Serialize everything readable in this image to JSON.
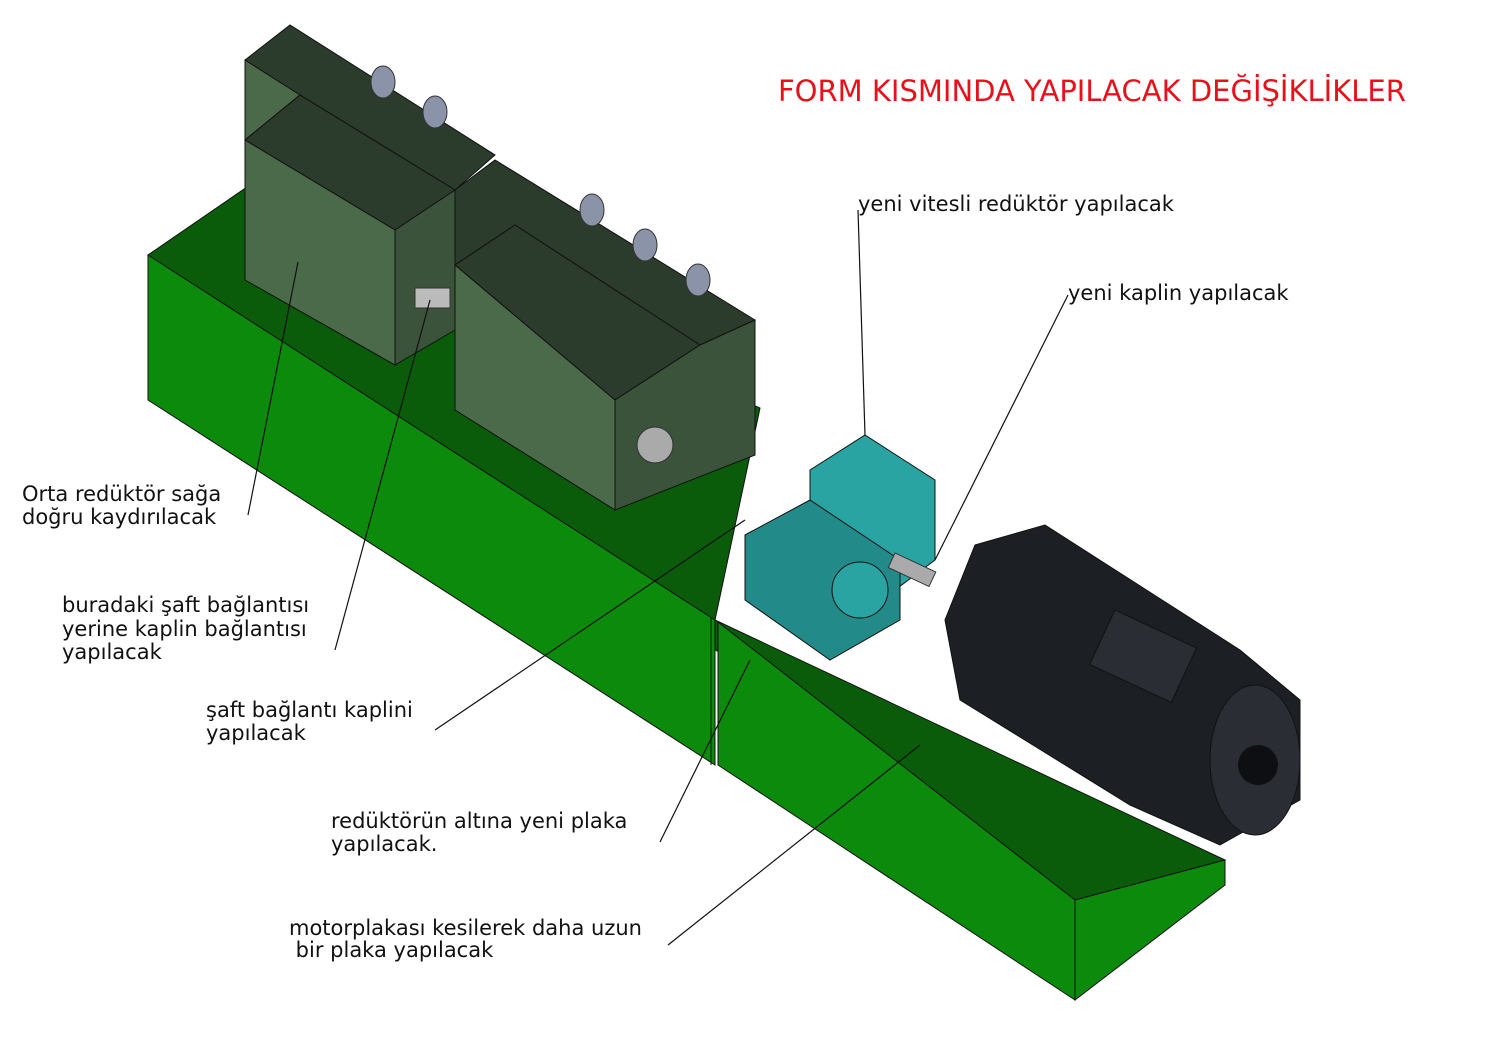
{
  "title": "FORM KISMINDA YAPILACAK DEĞİŞİKLİKLER",
  "annotations": {
    "new_gear_reducer": "yeni vitesli redüktör yapılacak",
    "new_coupling": "yeni kaplin yapılacak",
    "middle_reducer": [
      "Orta redüktör sağa",
      "doğru kaydırılacak"
    ],
    "shaft_connection": [
      "buradaki şaft bağlantısı",
      "yerine kaplin bağlantısı",
      "yapılacak"
    ],
    "shaft_coupling": [
      "şaft bağlantı kaplini",
      "yapılacak"
    ],
    "reducer_plate": [
      "redüktörün altına yeni plaka",
      "yapılacak."
    ],
    "motor_plate": [
      "motorplakası kesilerek daha uzun",
      " bir plaka yapılacak"
    ]
  },
  "colors": {
    "title": "#e8101a",
    "base_front": "#0c8a0c",
    "base_top": "#0a5c0a",
    "gearbox": "#4a6a4a",
    "gearbox_dark": "#2c3c2c",
    "reducer": "#2aa3a3",
    "motor": "#1c1f24"
  }
}
